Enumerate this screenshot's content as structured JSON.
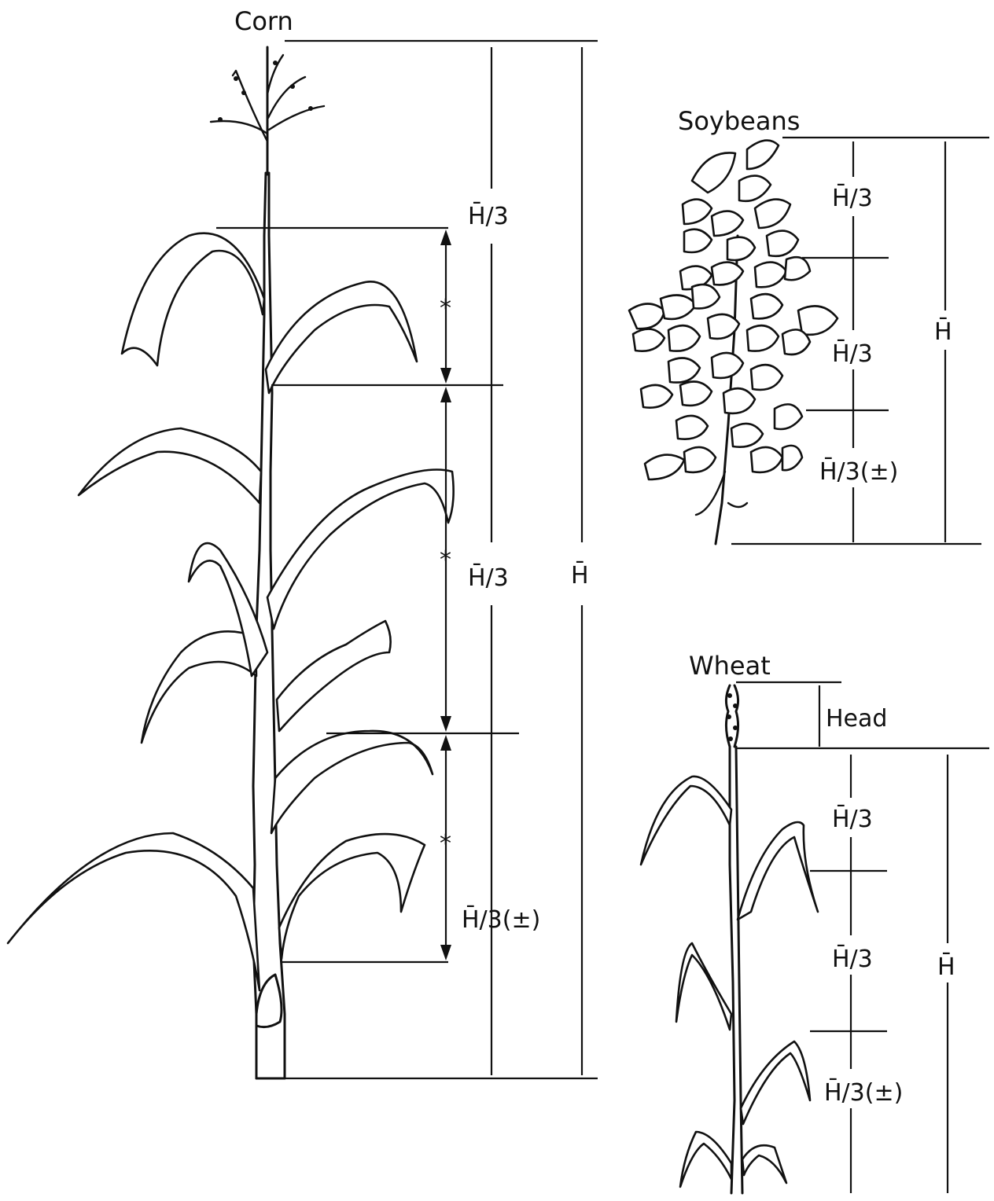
{
  "corn": {
    "title": "Corn",
    "top_third": "H̄/3",
    "middle_third": "H̄/3",
    "bottom_third": "H̄/3(±)",
    "total": "H̄",
    "marker": "*"
  },
  "soybeans": {
    "title": "Soybeans",
    "top_third": "H̄/3",
    "middle_third": "H̄/3",
    "bottom_third": "H̄/3(±)",
    "total": "H̄"
  },
  "wheat": {
    "title": "Wheat",
    "head": "Head",
    "top_third": "H̄/3",
    "middle_third": "H̄/3",
    "bottom_third": "H̄/3(±)",
    "total": "H̄"
  }
}
